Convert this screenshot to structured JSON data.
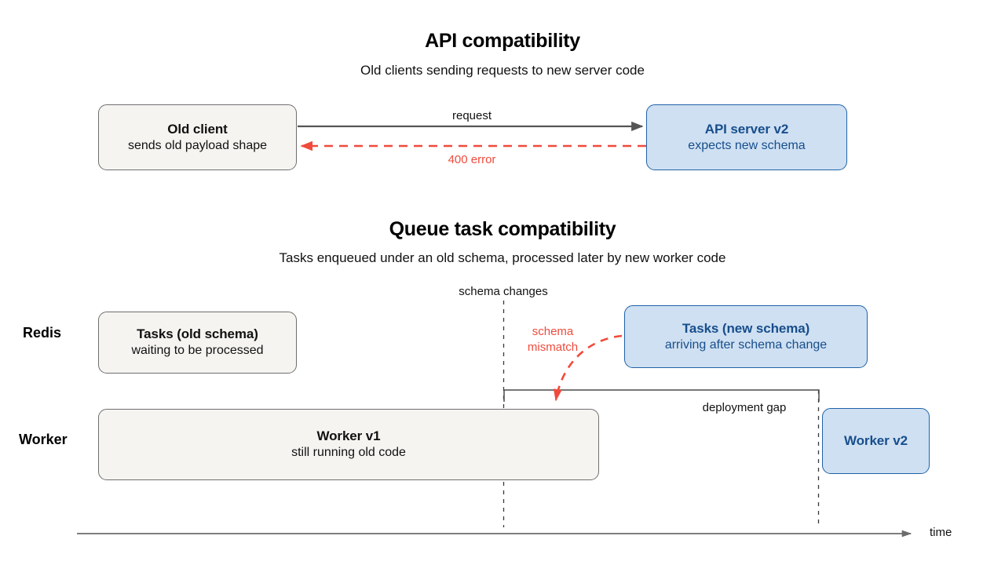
{
  "sections": [
    {
      "id": "api",
      "title": "API compatibility",
      "subtitle": "Old clients sending requests to new server code",
      "nodes": [
        {
          "name": "old-client",
          "title": "Old client",
          "subtitle": "sends old payload shape",
          "style": "gray"
        },
        {
          "name": "api-server-v2",
          "title": "API server v2",
          "subtitle": "expects new schema",
          "style": "blue"
        }
      ],
      "edges": [
        {
          "name": "request-edge",
          "label": "request",
          "style": "solid-gray",
          "direction": "right"
        },
        {
          "name": "error-edge",
          "label": "400 error",
          "style": "dashed-red",
          "direction": "left"
        }
      ]
    },
    {
      "id": "queue",
      "title": "Queue task compatibility",
      "subtitle": "Tasks enqueued under an old schema, processed later by new worker code",
      "lanes": [
        {
          "name": "redis-lane",
          "label": "Redis"
        },
        {
          "name": "worker-lane",
          "label": "Worker"
        }
      ],
      "nodes": [
        {
          "name": "tasks-old-schema",
          "title": "Tasks (old schema)",
          "subtitle": "waiting to be processed",
          "style": "gray"
        },
        {
          "name": "tasks-new-schema",
          "title": "Tasks (new schema)",
          "subtitle": "arriving after schema change",
          "style": "blue"
        },
        {
          "name": "worker-v1",
          "title": "Worker v1",
          "subtitle": "still running old code",
          "style": "gray"
        },
        {
          "name": "worker-v2",
          "title": "Worker v2",
          "subtitle": "",
          "style": "blue"
        }
      ],
      "annotations": {
        "schema_changes": "schema changes",
        "schema_mismatch_line1": "schema",
        "schema_mismatch_line2": "mismatch",
        "deployment_gap": "deployment gap",
        "time_axis": "time"
      }
    }
  ],
  "colors": {
    "gray_fill": "#f5f4f1",
    "gray_stroke": "#6f6f6f",
    "blue_fill": "#cfe0f2",
    "blue_stroke": "#1f62a8",
    "blue_text": "#174e8c",
    "red": "#ef4b3c",
    "axis": "#6b6b6b",
    "text": "#111111"
  }
}
